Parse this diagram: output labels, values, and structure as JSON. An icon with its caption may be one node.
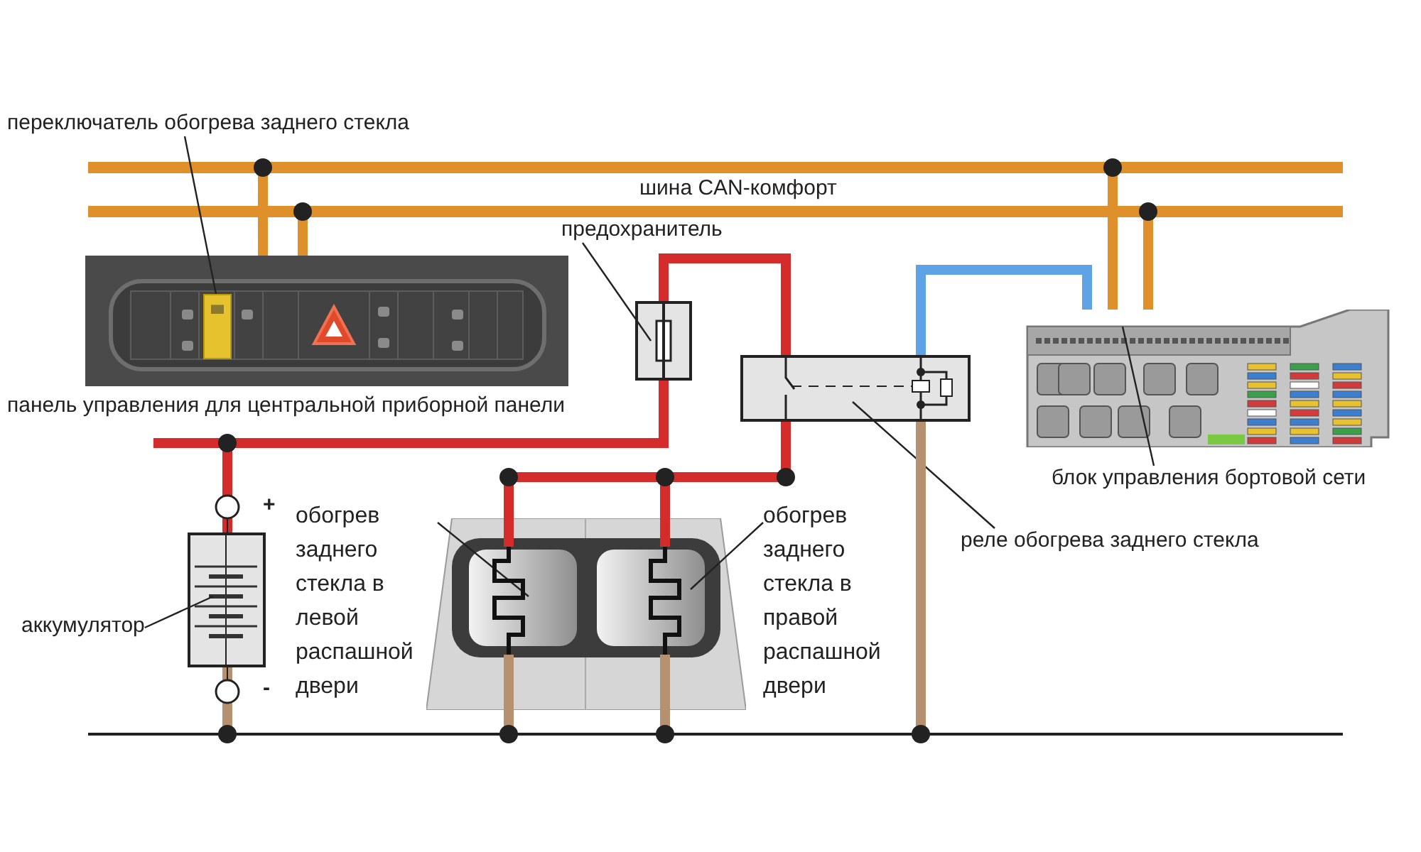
{
  "diagram": {
    "nodes": [
      {
        "text": [
          "переключатель обогрева заднего стекла"
        ]
      },
      {
        "text": [
          "панель управления для центральной приборной панели"
        ]
      },
      {
        "text": [],
        "shape": "box",
        "in": 1
      },
      {
        "text": [
          "предохранитель"
        ]
      },
      {
        "text": [],
        "shape": "box"
      },
      {
        "text": [],
        "shape": "box"
      },
      {
        "text": [
          "реле обогрева заднего стекла"
        ]
      },
      {
        "text": [],
        "shape": "picture"
      },
      {
        "text": [
          "блок управления бортовой сети"
        ]
      },
      {
        "text": [],
        "shape": "box"
      },
      {
        "text": [
          "аккумулятор"
        ]
      },
      {
        "text": [],
        "shape": "picture"
      },
      {
        "text": [],
        "shape": "zigzag",
        "in": 11
      },
      {
        "text": [],
        "shape": "zigzag",
        "in": 11
      },
      {
        "text": [
          "обогрев заднего стекла в левой распашной двери"
        ]
      },
      {
        "text": [
          "обогрев заднего стекла в правой распашной двери"
        ]
      },
      {
        "text": [],
        "shape": "bar"
      },
      {
        "text": [],
        "shape": "bar"
      },
      {
        "text": [],
        "shape": "bar"
      }
    ],
    "edges": [
      {
        "from": 0,
        "to": 2,
        "arrow": "none"
      },
      {
        "from": 3,
        "to": 4,
        "arrow": "none"
      },
      {
        "from": 6,
        "to": 5,
        "arrow": "none"
      },
      {
        "from": 8,
        "to": 7,
        "arrow": "none"
      },
      {
        "from": 10,
        "to": 9,
        "arrow": "none"
      },
      {
        "from": 14,
        "to": 12,
        "arrow": "none"
      },
      {
        "from": 15,
        "to": 13,
        "arrow": "none"
      },
      {
        "from": 1,
        "to": 16,
        "arrow": "none",
        "color": "#e0902a"
      },
      {
        "from": 1,
        "to": 17,
        "arrow": "none",
        "color": "#e0902a"
      },
      {
        "from": 7,
        "to": 16,
        "arrow": "none",
        "color": "#e0902a"
      },
      {
        "from": 7,
        "to": 17,
        "arrow": "none",
        "color": "#e0902a"
      },
      {
        "from": 4,
        "to": 5,
        "arrow": "none",
        "color": "#d42b2b"
      },
      {
        "from": 4,
        "to": 9,
        "arrow": "none",
        "color": "#d42b2b"
      },
      {
        "from": 5,
        "to": 12,
        "arrow": "none",
        "color": "#d42b2b"
      },
      {
        "from": 5,
        "to": 13,
        "arrow": "none",
        "color": "#d42b2b"
      },
      {
        "from": 5,
        "to": 7,
        "arrow": "none",
        "color": "#5ea3e6"
      },
      {
        "from": 5,
        "to": 18,
        "arrow": "none",
        "color": "#b5916f"
      },
      {
        "from": 9,
        "to": 18,
        "arrow": "none",
        "color": "#b5916f"
      },
      {
        "from": 12,
        "to": 18,
        "arrow": "none",
        "color": "#b5916f"
      },
      {
        "from": 13,
        "to": 18,
        "arrow": "none",
        "color": "#b5916f"
      },
      {
        "from": 4,
        "to": null,
        "arrow": "none",
        "color": "#d42b2b"
      }
    ],
    "labels": [
      "шина CAN-комфорт",
      "+",
      "-"
    ]
  }
}
